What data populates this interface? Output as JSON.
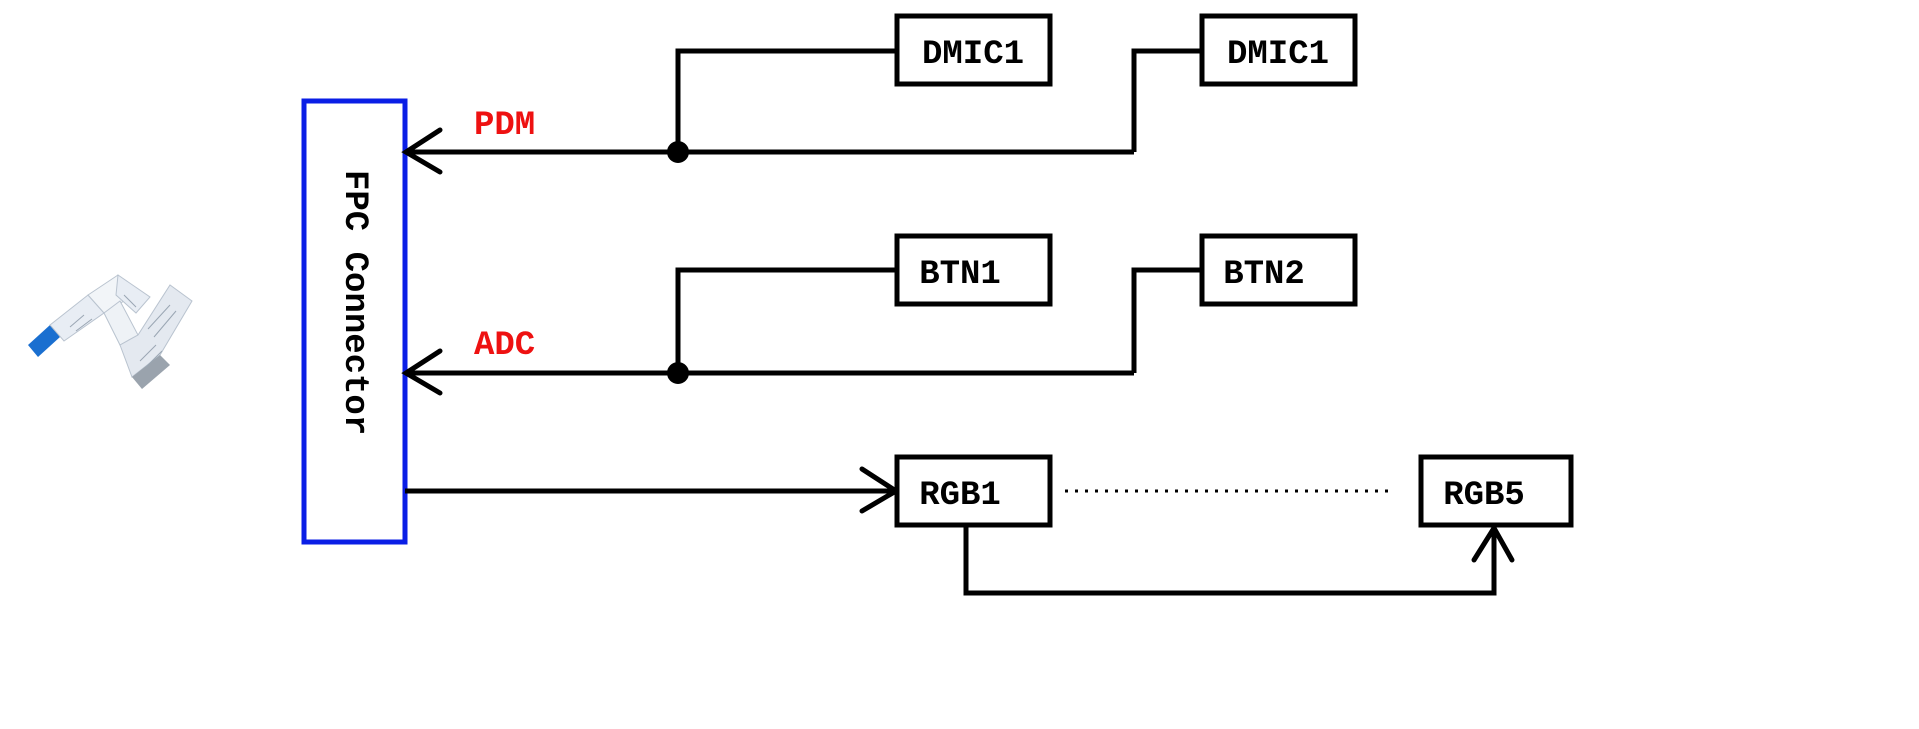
{
  "connector": {
    "label": "FPC Connector",
    "border_color": "#0a1ee6"
  },
  "signals": {
    "pdm": "PDM",
    "adc": "ADC",
    "color": "#ee1111"
  },
  "boxes": {
    "dmic_a": "DMIC1",
    "dmic_b": "DMIC1",
    "btn1": "BTN1",
    "btn2": "BTN2",
    "rgb1": "RGB1",
    "rgb5": "RGB5"
  },
  "colors": {
    "line": "#000000",
    "fpc_cable_contacts": "#1a6fd0",
    "fpc_cable_body": "#e8edf4"
  }
}
